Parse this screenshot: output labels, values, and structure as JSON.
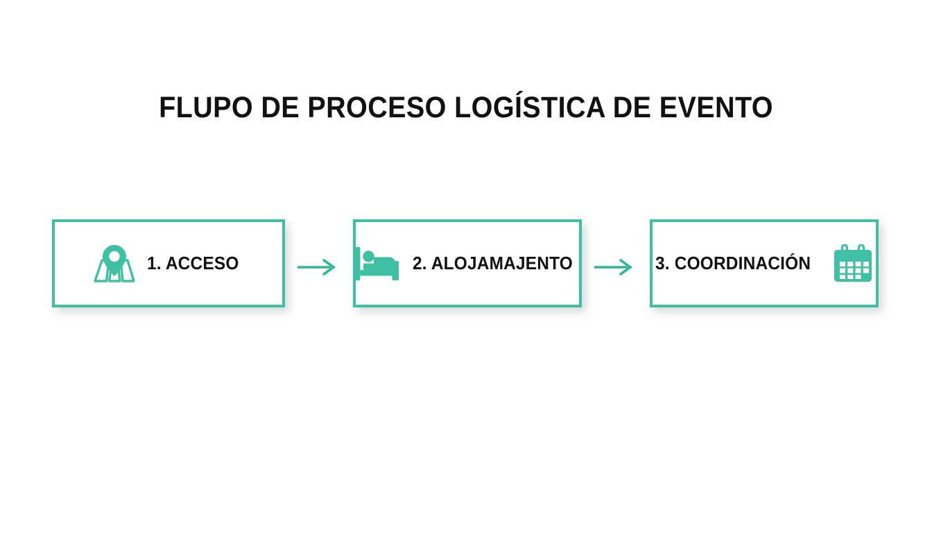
{
  "slide": {
    "title": "FLUPO DE PROCESO LOGÍSTICA DE EVENTO",
    "background_color": "#FEFFFE",
    "accent_color": "#3FBFA4",
    "text_color": "#111111"
  },
  "flow": {
    "steps": [
      {
        "number": "1.",
        "label": "1. ACCESO",
        "icon": "map-pin-icon",
        "icon_position": "left"
      },
      {
        "number": "2.",
        "label": "2. ALOJAMAJENTO",
        "icon": "bed-icon",
        "icon_position": "left"
      },
      {
        "number": "3.",
        "label": "3. COORDINACIÓN",
        "icon": "calendar-icon",
        "icon_position": "right"
      }
    ],
    "connectors": [
      {
        "icon": "arrow-right-icon"
      },
      {
        "icon": "arrow-right-icon"
      }
    ]
  }
}
